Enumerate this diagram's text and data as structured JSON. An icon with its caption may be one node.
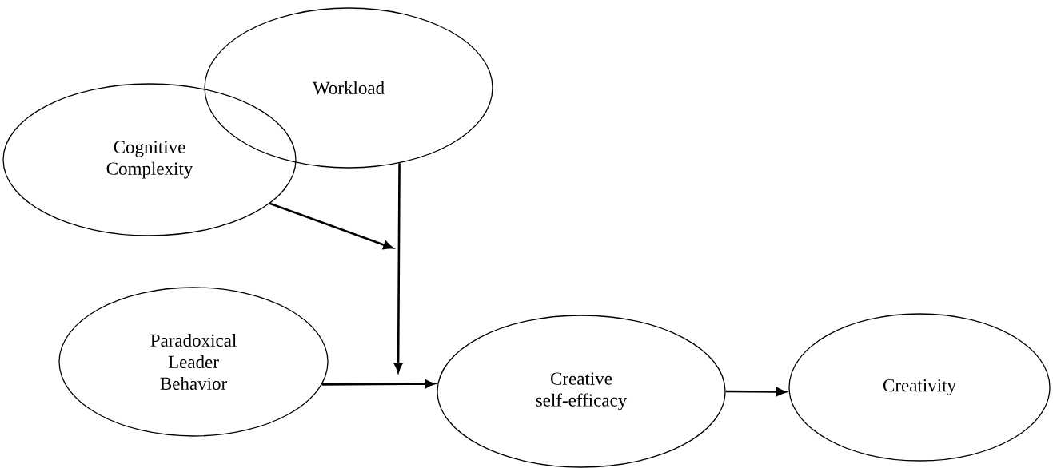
{
  "diagram": {
    "nodes": [
      {
        "text": [
          "Workload"
        ]
      },
      {
        "text": [
          "Cognitive Complexity"
        ]
      },
      {
        "text": [
          "Paradoxical Leader Behavior"
        ]
      },
      {
        "text": [
          "Creative self-efficacy"
        ]
      },
      {
        "text": [
          "Creativity"
        ]
      }
    ],
    "edges": [
      {
        "from": 0,
        "to": null,
        "arrow": "to"
      },
      {
        "from": 1,
        "to": null,
        "arrow": "to"
      },
      {
        "from": 2,
        "to": 3,
        "arrow": "to"
      },
      {
        "from": 3,
        "to": 4,
        "arrow": "to"
      }
    ]
  }
}
